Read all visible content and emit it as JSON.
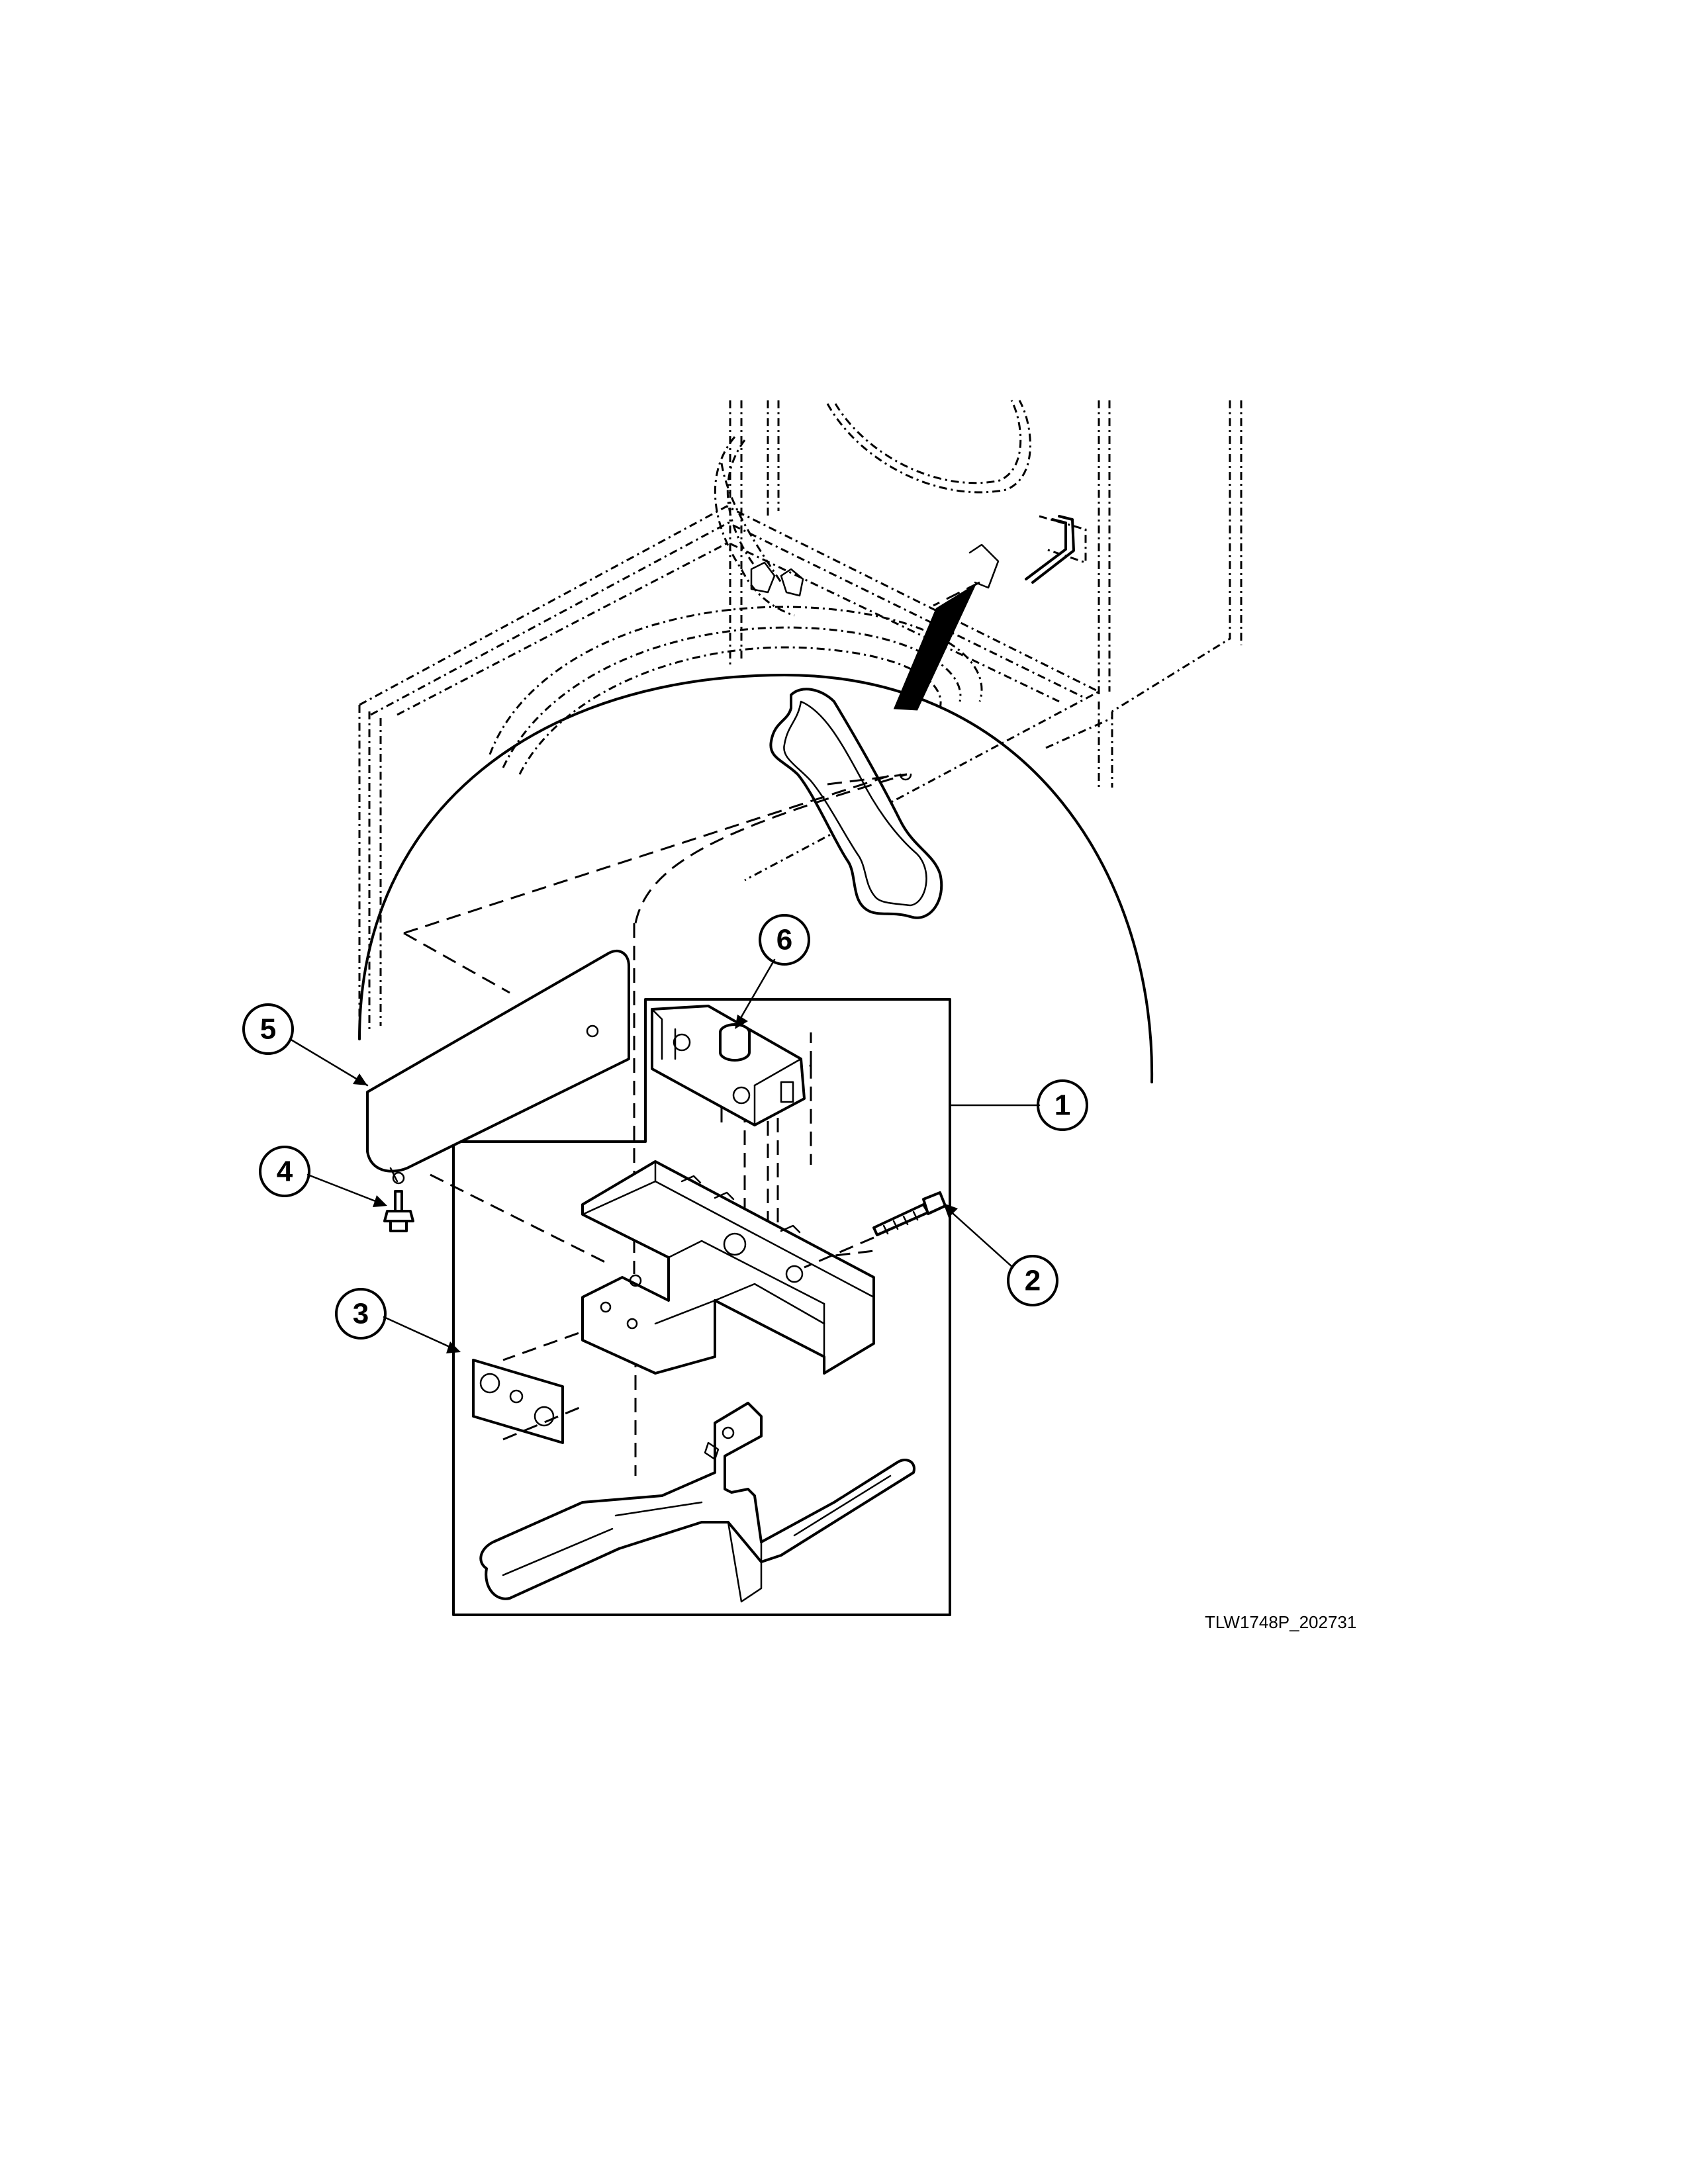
{
  "diagram": {
    "reference_code": "TLW1748P_202731",
    "callouts": [
      {
        "id": "callout-1",
        "label": "1"
      },
      {
        "id": "callout-2",
        "label": "2"
      },
      {
        "id": "callout-3",
        "label": "3"
      },
      {
        "id": "callout-4",
        "label": "4"
      },
      {
        "id": "callout-5",
        "label": "5"
      },
      {
        "id": "callout-6",
        "label": "6"
      }
    ]
  }
}
